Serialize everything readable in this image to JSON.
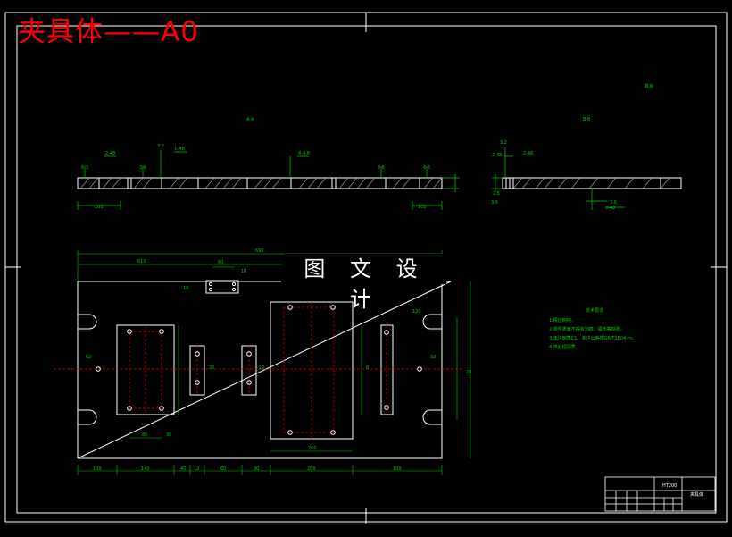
{
  "title": "夹具体——A0",
  "watermark": "图 文 设 计",
  "section_labels": {
    "a": "A-A",
    "b": "B-B"
  },
  "corner_note": "其余",
  "tech_requirements": {
    "heading": "技术要求",
    "lines": [
      "1.锐边倒钝。",
      "2.零件表面不得有划痕、碰伤等缺陷。",
      "3.未注倒角C1，未注公差按GB/T1804-m。",
      "4.热处理调质。"
    ]
  },
  "title_block": {
    "drawing_no": "HT200",
    "part_name": "夹具体"
  },
  "dimensions": {
    "overall_length": "690",
    "length_510": "510",
    "len_100_left": "100",
    "len_100_right": "100",
    "len_140": "140",
    "len_200": "200",
    "len_100_bottom": "100",
    "len_60": "60",
    "len_12": "12",
    "len_40": "40",
    "len_30": "30",
    "len_80": "80",
    "len_62": "62",
    "len_32": "32",
    "len_16": "16",
    "len_120": "120",
    "len_10": "10",
    "len_8": "8",
    "len_28": "28",
    "len_20": "20",
    "len_12b": "12",
    "len_200b": "200",
    "len_100b": "100"
  }
}
